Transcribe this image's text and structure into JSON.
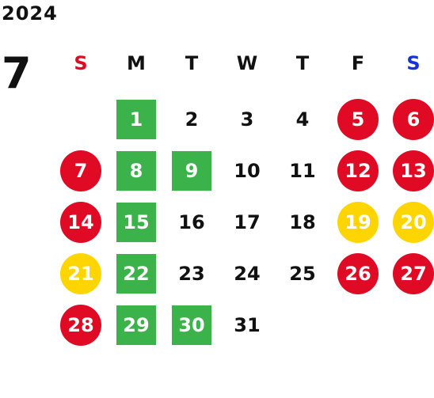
{
  "calendar": {
    "year": "2024",
    "month": "7",
    "weekdays": [
      {
        "label": "S",
        "color": "#e00a24"
      },
      {
        "label": "M",
        "color": "#111111"
      },
      {
        "label": "T",
        "color": "#111111"
      },
      {
        "label": "W",
        "color": "#111111"
      },
      {
        "label": "T",
        "color": "#111111"
      },
      {
        "label": "F",
        "color": "#111111"
      },
      {
        "label": "S",
        "color": "#1533d6"
      }
    ],
    "first_weekday_index": 1,
    "days": [
      {
        "day": "1",
        "style": "square-green"
      },
      {
        "day": "2",
        "style": "plain"
      },
      {
        "day": "3",
        "style": "plain"
      },
      {
        "day": "4",
        "style": "plain"
      },
      {
        "day": "5",
        "style": "circle-red"
      },
      {
        "day": "6",
        "style": "circle-red"
      },
      {
        "day": "7",
        "style": "circle-red"
      },
      {
        "day": "8",
        "style": "square-green"
      },
      {
        "day": "9",
        "style": "square-green"
      },
      {
        "day": "10",
        "style": "plain"
      },
      {
        "day": "11",
        "style": "plain"
      },
      {
        "day": "12",
        "style": "circle-red"
      },
      {
        "day": "13",
        "style": "circle-red"
      },
      {
        "day": "14",
        "style": "circle-red"
      },
      {
        "day": "15",
        "style": "square-green"
      },
      {
        "day": "16",
        "style": "plain"
      },
      {
        "day": "17",
        "style": "plain"
      },
      {
        "day": "18",
        "style": "plain"
      },
      {
        "day": "19",
        "style": "circle-yellow"
      },
      {
        "day": "20",
        "style": "circle-yellow"
      },
      {
        "day": "21",
        "style": "circle-yellow"
      },
      {
        "day": "22",
        "style": "square-green"
      },
      {
        "day": "23",
        "style": "plain"
      },
      {
        "day": "24",
        "style": "plain"
      },
      {
        "day": "25",
        "style": "plain"
      },
      {
        "day": "26",
        "style": "circle-red"
      },
      {
        "day": "27",
        "style": "circle-red"
      },
      {
        "day": "28",
        "style": "circle-red"
      },
      {
        "day": "29",
        "style": "square-green"
      },
      {
        "day": "30",
        "style": "square-green"
      },
      {
        "day": "31",
        "style": "plain"
      }
    ]
  },
  "colors": {
    "red": "#e00a24",
    "yellow": "#ffd500",
    "green": "#3cb34a",
    "blue": "#1533d6",
    "text": "#111111"
  }
}
